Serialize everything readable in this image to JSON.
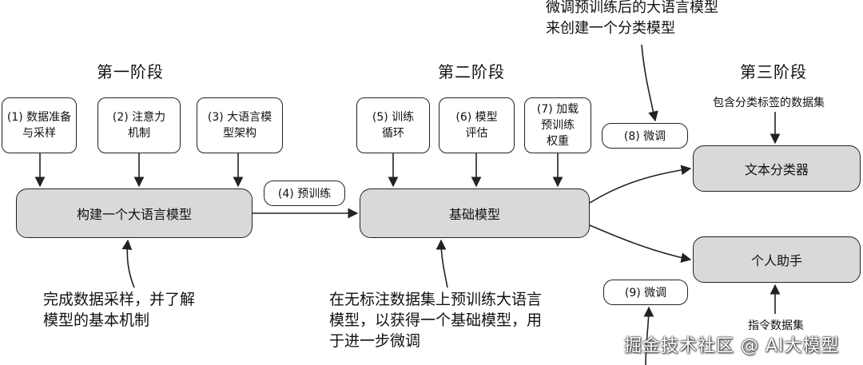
{
  "stages": {
    "stage1": "第一阶段",
    "stage2": "第二阶段",
    "stage3": "第三阶段"
  },
  "steps": {
    "s1": "(1) 数据准备\n与采样",
    "s2": "(2) 注意力\n机制",
    "s3": "(3) 大语言模\n型架构",
    "s4": "(4) 预训练",
    "s5": "(5) 训练\n循环",
    "s6": "(6) 模型\n评估",
    "s7": "(7) 加载\n预训练\n权重",
    "s8": "(8) 微调",
    "s9": "(9) 微调"
  },
  "boxes": {
    "build_llm": "构建一个大语言模型",
    "foundation_model": "基础模型",
    "text_classifier": "文本分类器",
    "personal_assistant": "个人助手"
  },
  "notes": {
    "top_note": "微调预训练后的大语言模型\n来创建一个分类模型",
    "dataset_labels": "包含分类标签的数据集",
    "instruction_dataset": "指令数据集",
    "note_stage1": "完成数据采样，并了解\n模型的基本机制",
    "note_stage2": "在无标注数据集上预训练大语言\n模型，以获得一个基础模型，用\n于进一步微调"
  },
  "watermark": "掘金技术社区 @ AI大模型"
}
